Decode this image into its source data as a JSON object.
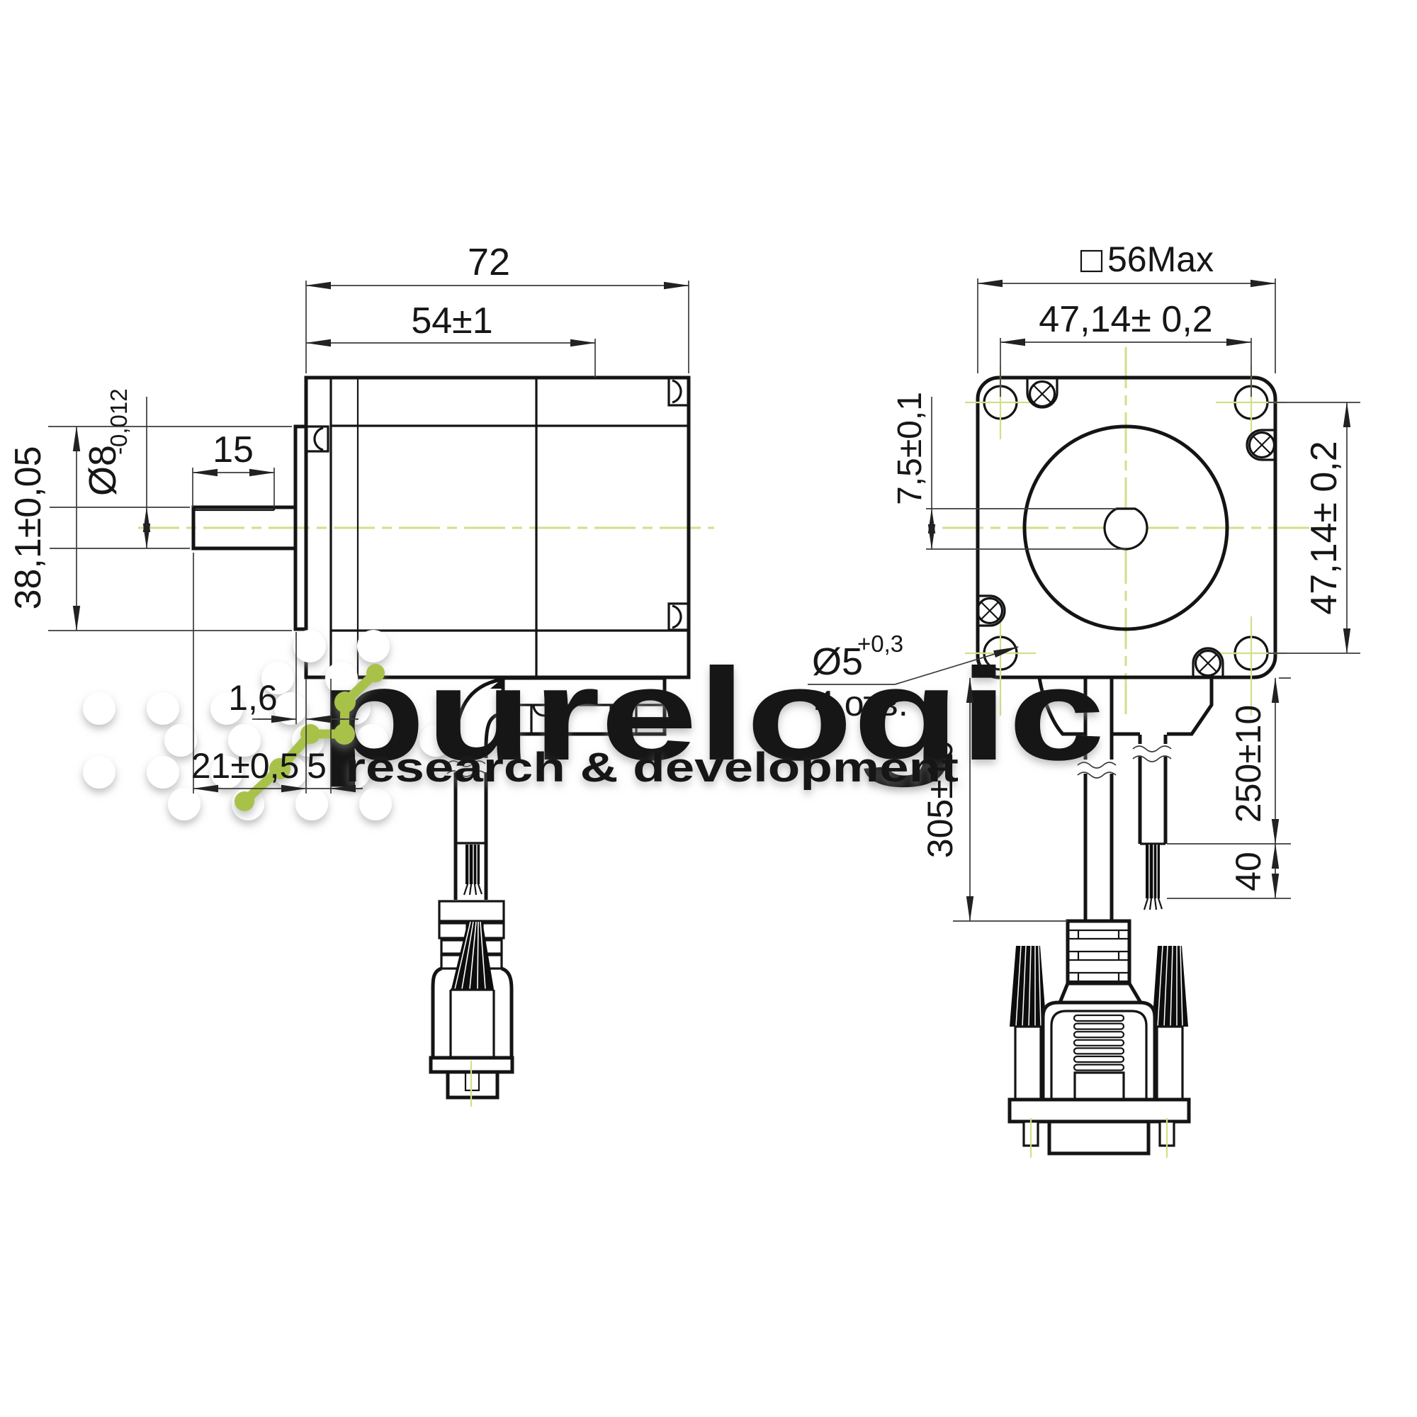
{
  "drawing": {
    "left_view": {
      "dim_length_total": "72",
      "dim_length_body": "54±1",
      "dim_shaft_flat_length": "15",
      "dim_shaft_diameter": "Ø8",
      "dim_shaft_diameter_tolerance": "-0,012",
      "dim_boss_diameter": "38,1±0,05",
      "dim_boss_height": "1,6",
      "dim_shaft_length": "21±0,5",
      "dim_front_plate_thickness": "5"
    },
    "right_view": {
      "dim_frame_size": "56Max",
      "dim_hole_spacing_horizontal": "47,14± 0,2",
      "dim_hole_spacing_vertical": "47,14± 0,2",
      "dim_shaft_flat": "7,5±0,1",
      "dim_hole_diameter": "Ø5",
      "dim_hole_tolerance": "+0,3",
      "dim_hole_count": "4 отв.",
      "dim_cable_to_connector": "305±10",
      "dim_cable_leads": "250±10",
      "dim_wire_strip": "40"
    },
    "watermark": {
      "brand": "purelogic",
      "tagline": "research & development"
    },
    "colors": {
      "line": "#141414",
      "thin_line": "#3c3c3c",
      "centerline_green": "#cfe08a",
      "logo_green": "#a8c24a",
      "watermark_white": "#ffffff"
    }
  }
}
